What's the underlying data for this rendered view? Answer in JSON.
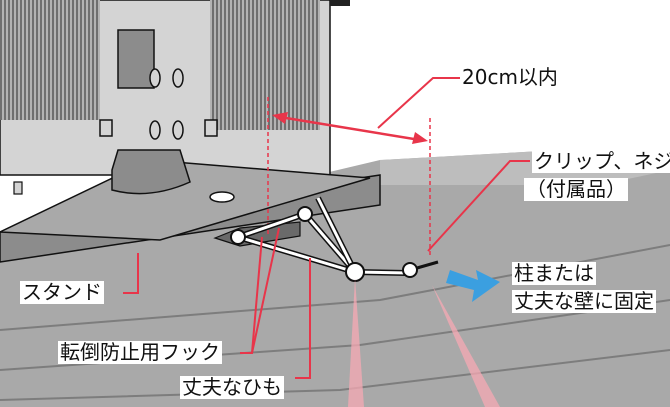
{
  "labels": {
    "distance": "20cm以内",
    "clip_screw_line1": "クリップ、ネジ",
    "clip_screw_line2": "（付属品）",
    "fix_line1": "柱または",
    "fix_line2": "丈夫な壁に固定",
    "stand": "スタンド",
    "hook": "転倒防止用フック",
    "string": "丈夫なひも"
  },
  "colors": {
    "line": "#111111",
    "accent": "#e8354a",
    "arrow": "#3b9fe0",
    "gray_dark": "#8c8c8c",
    "gray_mid": "#a9a9a9",
    "gray_light": "#d4d4d4"
  }
}
